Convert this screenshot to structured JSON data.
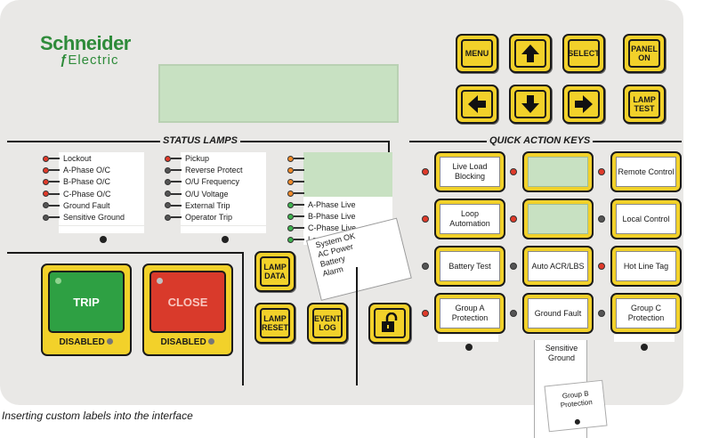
{
  "brand": {
    "name": "Schneider",
    "sub": "Electric"
  },
  "colors": {
    "panel": "#e9e8e6",
    "button_yellow": "#f2d12a",
    "lcd_green": "#c8e1c2",
    "brand_green": "#2e8b3a",
    "trip_green": "#2ea043",
    "close_red": "#d93a2b",
    "led_red": "#e03a2a",
    "led_orange": "#f08a2a",
    "led_green": "#3fb34f",
    "led_off": "#555555"
  },
  "nav_keys": {
    "menu": "MENU",
    "select": "SELECT",
    "panel_on": "PANEL ON",
    "lamp_test": "LAMP TEST",
    "up_icon": "arrow-up",
    "down_icon": "arrow-down",
    "left_icon": "arrow-left",
    "right_icon": "arrow-right"
  },
  "status_lamps": {
    "title": "STATUS LAMPS",
    "col1": [
      {
        "label": "Lockout",
        "color": "red"
      },
      {
        "label": "A-Phase O/C",
        "color": "red"
      },
      {
        "label": "B-Phase O/C",
        "color": "red"
      },
      {
        "label": "C-Phase O/C",
        "color": "red"
      },
      {
        "label": "Ground Fault",
        "color": "off"
      },
      {
        "label": "Sensitive Ground",
        "color": "off"
      }
    ],
    "col2": [
      {
        "label": "Pickup",
        "color": "red"
      },
      {
        "label": "Reverse Protect",
        "color": "off"
      },
      {
        "label": "O/U Frequency",
        "color": "off"
      },
      {
        "label": "O/U Voltage",
        "color": "off"
      },
      {
        "label": "External Trip",
        "color": "off"
      },
      {
        "label": "Operator Trip",
        "color": "off"
      }
    ],
    "col3": [
      {
        "label": "",
        "color": "orange"
      },
      {
        "label": "",
        "color": "orange"
      },
      {
        "label": "",
        "color": "orange"
      },
      {
        "label": "",
        "color": "orange"
      },
      {
        "label": "A-Phase Live",
        "color": "green"
      },
      {
        "label": "B-Phase Live",
        "color": "green"
      },
      {
        "label": "C-Phase Live",
        "color": "green"
      },
      {
        "label": "Load Current ON",
        "color": "green"
      }
    ],
    "insert_label": [
      "System OK",
      "AC Power",
      "Battery",
      "Alarm"
    ]
  },
  "quick_action": {
    "title": "QUICK ACTION KEYS",
    "col1": [
      {
        "label": "Live Load Blocking",
        "lamp": "red"
      },
      {
        "label": "Loop Automation",
        "lamp": "red"
      },
      {
        "label": "Battery Test",
        "lamp": "off"
      },
      {
        "label": "Group A Protection",
        "lamp": "red"
      }
    ],
    "col2": [
      {
        "label": "",
        "lamp": "red",
        "lcd": true
      },
      {
        "label": "",
        "lamp": "red",
        "lcd": true
      },
      {
        "label": "Auto ACR/LBS",
        "lamp": "off"
      },
      {
        "label": "Ground Fault",
        "lamp": "off"
      }
    ],
    "col3": [
      {
        "label": "Remote Control",
        "lamp": "red"
      },
      {
        "label": "Local Control",
        "lamp": "off"
      },
      {
        "label": "Hot Line Tag",
        "lamp": "red"
      },
      {
        "label": "Group C Protection",
        "lamp": "off"
      }
    ],
    "insert_label": [
      "Sensitive Ground",
      "Group B Protection"
    ]
  },
  "controls": {
    "trip": "TRIP",
    "trip_state": "DISABLED",
    "close": "CLOSE",
    "close_state": "DISABLED",
    "lamp_data": "LAMP DATA",
    "lamp_reset": "LAMP RESET",
    "event_log": "EVENT LOG",
    "lock_icon": "unlock-icon"
  },
  "caption": "Inserting custom labels into the interface"
}
